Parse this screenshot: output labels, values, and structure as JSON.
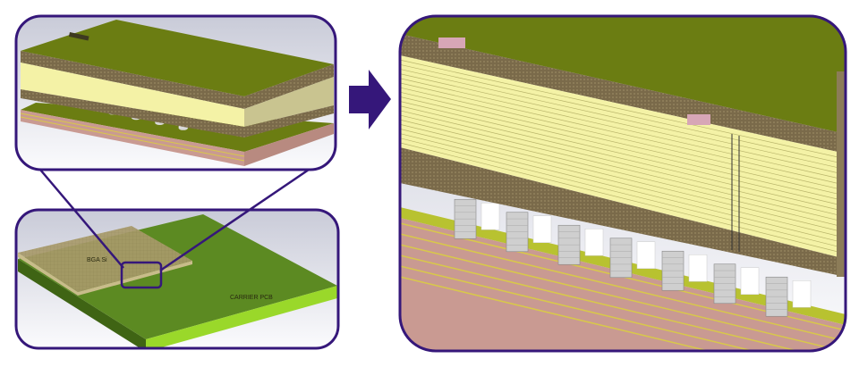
{
  "overview_panel": {
    "substrate_label": "BGA Si",
    "carrier_label": "CARRIER PCB"
  },
  "colors": {
    "frame": "#35177a",
    "board_green": "#6b7d12",
    "laminate_brown": "#7a6a4a",
    "core_yellow": "#f4f2a6",
    "carrier_green": "#5c8a22",
    "carrier_edge": "#9ad82a",
    "substrate_tan": "#a89a6a",
    "layer_pink": "#c99a92"
  },
  "detail_panel": {
    "ball_count": 7
  }
}
